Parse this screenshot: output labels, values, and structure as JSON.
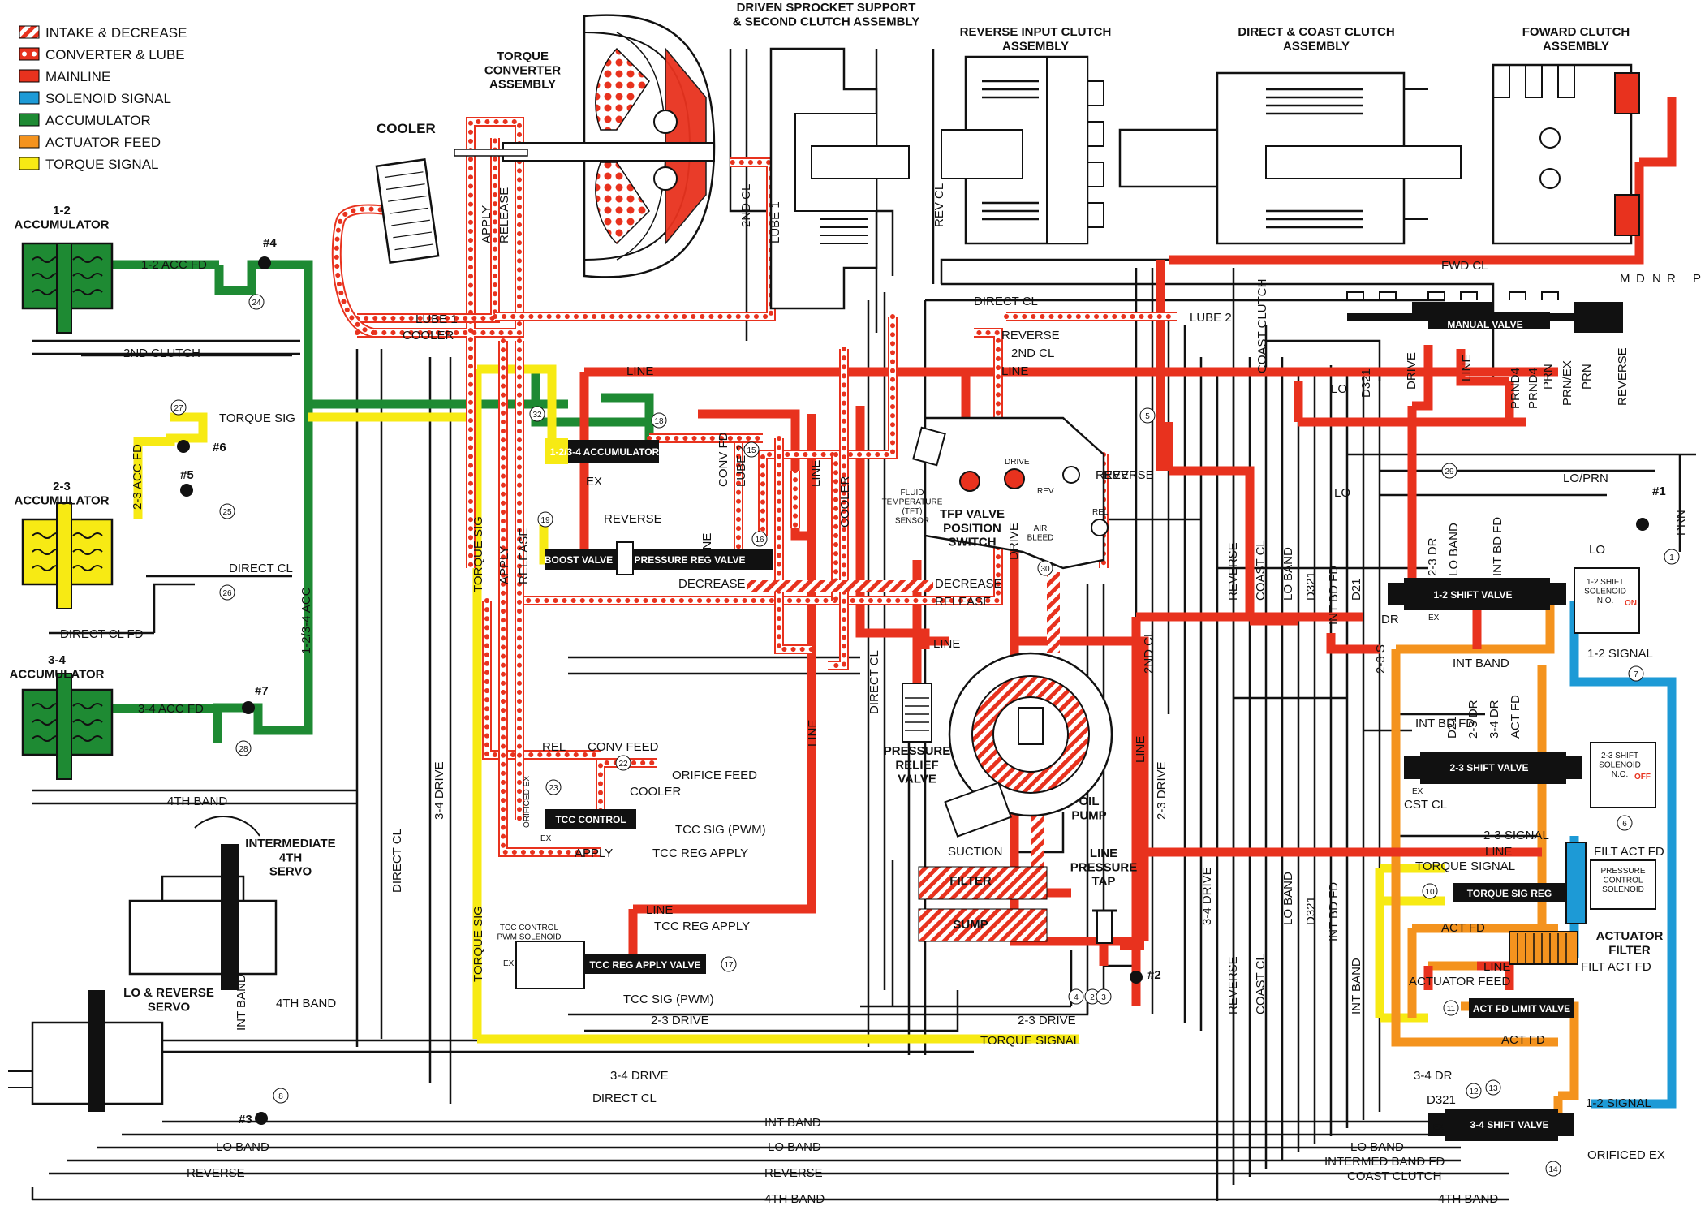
{
  "legend": [
    {
      "label": "INTAKE & DECREASE",
      "color": "#e8321e",
      "pattern": "hatch"
    },
    {
      "label": "CONVERTER & LUBE",
      "color": "#e8321e",
      "pattern": "dots"
    },
    {
      "label": "MAINLINE",
      "color": "#e8321e",
      "pattern": "solid"
    },
    {
      "label": "SOLENOID SIGNAL",
      "color": "#1d9ad6",
      "pattern": "solid"
    },
    {
      "label": "ACCUMULATOR",
      "color": "#1e8a33",
      "pattern": "solid"
    },
    {
      "label": "ACTUATOR FEED",
      "color": "#f4931e",
      "pattern": "solid"
    },
    {
      "label": "TORQUE SIGNAL",
      "color": "#f7ea14",
      "pattern": "solid"
    }
  ],
  "components": {
    "torque_converter": "TORQUE\nCONVERTER\nASSEMBLY",
    "driven_sprocket": "DRIVEN SPROCKET SUPPORT\n& SECOND CLUTCH ASSEMBLY",
    "reverse_input": "REVERSE INPUT CLUTCH\nASSEMBLY",
    "direct_coast": "DIRECT & COAST CLUTCH\nASSEMBLY",
    "forward_clutch": "FOWARD CLUTCH\nASSEMBLY",
    "cooler": "COOLER",
    "acc_12": "1-2\nACCUMULATOR",
    "acc_23": "2-3\nACCUMULATOR",
    "acc_34": "3-4\nACCUMULATOR",
    "int_servo": "INTERMEDIATE\n4TH\nSERVO",
    "lo_rev_servo": "LO & REVERSE\nSERVO",
    "tfp_switch": "TFP VALVE\nPOSITION\nSWITCH",
    "tft_sensor": "FLUID\nTEMPERATURE\n(TFT)\nSENSOR",
    "pressure_relief": "PRESSURE\nRELIEF\nVALVE",
    "oil_pump": "OIL\nPUMP",
    "line_tap": "LINE\nPRESSURE\nTAP",
    "filter": "FILTER",
    "sump": "SUMP",
    "suction": "SUCTION",
    "actuator_filter": "ACTUATOR\nFILTER",
    "tcc_solenoid": "TCC CONTROL\nPWM SOLENOID",
    "pc_solenoid": "PRESSURE\nCONTROL\nSOLENOID",
    "sol_12": "1-2 SHIFT\nSOLENOID\nN.O.",
    "sol_12_state": "ON",
    "sol_23": "2-3 SHIFT\nSOLENOID\nN.O.",
    "sol_23_state": "OFF",
    "air_bleed": "AIR\nBLEED",
    "drive_port": "DRIVE",
    "rev_port": "REV",
    "rel_port": "REL"
  },
  "valves": {
    "manual": "MANUAL VALVE",
    "shift12": "1-2 SHIFT VALVE",
    "shift23": "2-3 SHIFT VALVE",
    "shift34": "3-4 SHIFT VALVE",
    "acc1234": "1-2/3-4 ACCUMULATOR",
    "boost": "BOOST VALVE",
    "preg": "PRESSURE REG VALVE",
    "tcc_control": "TCC CONTROL",
    "tcc_reg": "TCC REG APPLY VALVE",
    "tsr": "TORQUE SIG REG",
    "act_limit": "ACT FD LIMIT VALVE"
  },
  "gear_letters": [
    "M",
    "D",
    "N",
    "R",
    "P"
  ],
  "balls": [
    "#1",
    "#2",
    "#3",
    "#4",
    "#5",
    "#6",
    "#7"
  ],
  "labels": {
    "acc12fd": "1-2 ACC FD",
    "clutch2": "2ND CLUTCH",
    "torque_sig": "TORQUE SIG",
    "acc23fd": "2-3 ACC FD",
    "direct_cl": "DIRECT CL",
    "direct_cl_fd": "DIRECT CL FD",
    "acc1234": "1-2/3-4 ACC",
    "acc34fd": "3-4 ACC FD",
    "band4": "4TH BAND",
    "drive34": "3-4 DRIVE",
    "int_band": "INT BAND",
    "lo_band": "LO BAND",
    "reverse": "REVERSE",
    "lube1": "LUBE 1",
    "cooler": "COOLER",
    "lube2": "LUBE 2",
    "apply": "APPLY",
    "release": "RELEASE",
    "cl2nd": "2ND CL",
    "lube1v": "LUBE 1",
    "rev_cl": "REV CL",
    "fwd_cl": "FWD CL",
    "line": "LINE",
    "lo": "LO",
    "d321": "D321",
    "drive": "DRIVE",
    "prnd4": "PRND4",
    "prn": "PRN",
    "prn_ex": "PRN/EX",
    "coast_clutch": "COAST CLUTCH",
    "lo_prn": "LO/PRN",
    "ex": "EX",
    "conv_fd": "CONV FD",
    "lube2v": "LUBE 2",
    "decrease": "DECREASE",
    "orifice_feed": "ORIFICE FEED",
    "conv_feed": "CONV FEED",
    "rel": "REL",
    "tcc_sig_pwm": "TCC SIG (PWM)",
    "tcc_reg_apply": "TCC REG APPLY",
    "drive23": "2-3 DRIVE",
    "torque_signal": "TORQUE SIGNAL",
    "orificed_ex": "ORIFICED EX",
    "dr": "DR",
    "dr23": "2-3 DR",
    "dr34": "3-4 DR",
    "d21": "D21",
    "int_bd_fd": "INT BD FD",
    "signal12": "1-2 SIGNAL",
    "signal23": "2-3 SIGNAL",
    "filt_act_fd": "FILT ACT FD",
    "act_fd": "ACT FD",
    "actuator_feed": "ACTUATOR FEED",
    "cst_cl": "CST CL",
    "s23": "2-3 S",
    "dr_34": "3-4 DR",
    "intermed_band_fd": "INTERMED BAND FD",
    "orificed_ex2": "ORIFICED EX",
    "coast_cl": "COAST CL",
    "cl2nd_v": "2ND CL",
    "drive_23v": "2-3 DRIVE",
    "line_v": "LINE"
  },
  "numbers": [
    "1",
    "2",
    "3",
    "4",
    "5",
    "6",
    "7",
    "8",
    "10",
    "11",
    "12",
    "13",
    "14",
    "15",
    "16",
    "17",
    "18",
    "19",
    "22",
    "23",
    "24",
    "25",
    "26",
    "27",
    "28",
    "29",
    "30",
    "32"
  ]
}
